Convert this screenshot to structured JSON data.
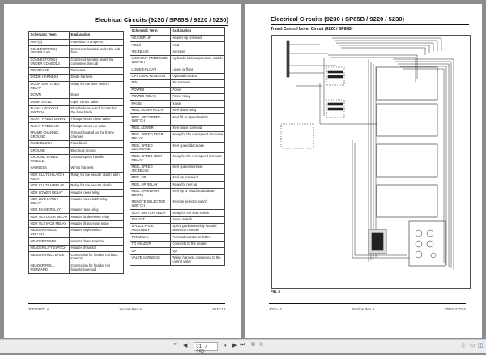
{
  "title": "Electrical Circuits (9230 / SP85B / 9220 / 5230)",
  "left_page": {
    "headers": [
      "Schematic Term",
      "Explanation"
    ],
    "table1": [
      [
        "AMP(S)",
        "Fuse size in amperes"
      ],
      [
        "CONNECTOR(S) UNDER CAB",
        "Connector located under the cab floor"
      ],
      [
        "CONNECTOR(S) UNDER CONSOLE",
        "Connector located under the console in the cab"
      ],
      [
        "DECREASE",
        "Decrease"
      ],
      [
        "DIODE HARNESS",
        "Diode harness"
      ],
      [
        "DOOR SWITCHED RELAY",
        "Relay for the door switch"
      ],
      [
        "DOWN",
        "Down"
      ],
      [
        "DUMP VALVE",
        "Open center valve"
      ],
      [
        "FLOAT LOCKOUT SWITCH",
        "Float lockout switch located on the fuse block"
      ],
      [
        "FLOAT PRESS DOWN",
        "Float pressure down valve"
      ],
      [
        "FLOAT PRESS UP",
        "Float pressure up valve"
      ],
      [
        "FRAME CHANNEL GROUND",
        "Ground located on the frame channel"
      ],
      [
        "FUSE BLOCK",
        "Fuse block"
      ],
      [
        "GROUND",
        "Electrical ground"
      ],
      [
        "GROUND SPEED HANDLE",
        "Ground speed handle"
      ],
      [
        "HARNESS",
        "Wiring harness"
      ],
      [
        "HDR CLUTCH LATCH RELAY",
        "Relay for the header clutch latch"
      ],
      [
        "HDR CLUTCH RELAY",
        "Relay for the header clutch"
      ],
      [
        "HDR LOWER RELAY",
        "Header lower relay"
      ],
      [
        "HDR LWR LATCH RELAY",
        "Header lower latch relay"
      ],
      [
        "HDR RAISE RELAY",
        "Header raise relay"
      ],
      [
        "HDR TILT DECR RELAY",
        "Header tilt decrease relay"
      ],
      [
        "HDR TILT INCR RELAY",
        "Header tilt increase relay"
      ],
      [
        "HEADER ANGLE SWITCH",
        "Header angle switch"
      ],
      [
        "HEADER DOWN",
        "Header down solenoid"
      ],
      [
        "HEADER LIFT SWITCH",
        "Header lift switch"
      ],
      [
        "HEADER ROLL BACK",
        "Connection for header roll back solenoid"
      ],
      [
        "HEADER ROLL FORWARD",
        "Connection for header roll forward solenoid"
      ]
    ],
    "table2": [
      [
        "HEADER UP",
        "Header up solenoid"
      ],
      [
        "HOLD",
        "Hold"
      ],
      [
        "INCREASE",
        "Increase"
      ],
      [
        "LOCKOUT PRESSURE SWITCH",
        "Hydraulic lockout pressure switch"
      ],
      [
        "LOWER-FLOAT",
        "Lower or float"
      ],
      [
        "OPTIONAL MONITOR",
        "Optional monitor"
      ],
      [
        "PIN",
        "Pin number"
      ],
      [
        "POWER",
        "Power"
      ],
      [
        "POWER RELAY",
        "Power relay"
      ],
      [
        "RAISE",
        "Raise"
      ],
      [
        "REEL DOWN RELAY",
        "Reel down relay"
      ],
      [
        "REEL LIFT/SPEED SWITCH",
        "Reel lift or speed switch"
      ],
      [
        "REEL LOWER",
        "Reel down solenoid"
      ],
      [
        "REEL SPEED DECR RELAY",
        "Relay for the reel speed decrease"
      ],
      [
        "REEL SPEED DECREASE",
        "Reel speed decrease"
      ],
      [
        "REEL SPEED INCR RELAY",
        "Relay for the reel speed increase"
      ],
      [
        "REEL SPEED INCREASE",
        "Reel speed increase"
      ],
      [
        "REEL UP",
        "Reel up solenoid"
      ],
      [
        "REEL UP RELAY",
        "Relay for reel up"
      ],
      [
        "REEL UP/SWATH DOWN",
        "Reel up or swathboard down"
      ],
      [
        "REMOTE SELECTOR SWITCH",
        "Remote selector switch"
      ],
      [
        "SEAT SWITCH RELAY",
        "Relay for the seat switch"
      ],
      [
        "SELECT",
        "Select switch"
      ],
      [
        "SPLICE PACK ASSEMBLY",
        "Splice pack assembly located under the console"
      ],
      [
        "TERMINAL",
        "Terminal number or letter"
      ],
      [
        "TO HEADER",
        "Connects to the header"
      ],
      [
        "UP",
        "Up"
      ],
      [
        "VALVE HARNESS",
        "Wiring harness connected to the control valve"
      ]
    ],
    "footer": {
      "left": "700724371 A",
      "center": "Section Rev. A",
      "right": "4010-13"
    }
  },
  "right_page": {
    "subtitle": "Travel Control Lever Circuit (9220 / SP85B)",
    "figure_label": "FIG. 5",
    "footer": {
      "left": "4010-14",
      "center": "Section Rev. A",
      "right": "700724371 A"
    }
  },
  "toolbar": {
    "page": "31 / 352",
    "current_page": 31,
    "total_pages": 352
  }
}
